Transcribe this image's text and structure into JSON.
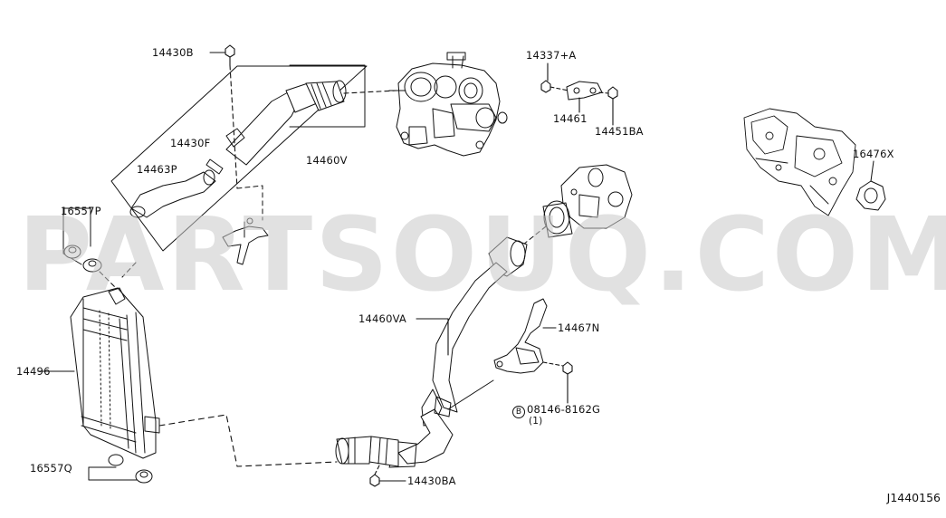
{
  "watermark": "PARTSOUQ.COM",
  "diagram_code": "J1440156",
  "callouts": {
    "p14430B": "14430B",
    "p14430F": "14430F",
    "p14463P": "14463P",
    "p16557P": "16557P",
    "p14460V": "14460V",
    "p14337A": "14337+A",
    "p14461": "14461",
    "p14451BA": "14451BA",
    "p16476X": "16476X",
    "p14496": "14496",
    "p16557Q": "16557Q",
    "p14460VA": "14460VA",
    "p14467N": "14467N",
    "p08146": "08146-8162G",
    "p08146_circle": "B",
    "p08146_qty": "(1)",
    "p14430BA": "14430BA"
  },
  "colors": {
    "line": "#111111",
    "watermark": "#c8c8c8"
  }
}
